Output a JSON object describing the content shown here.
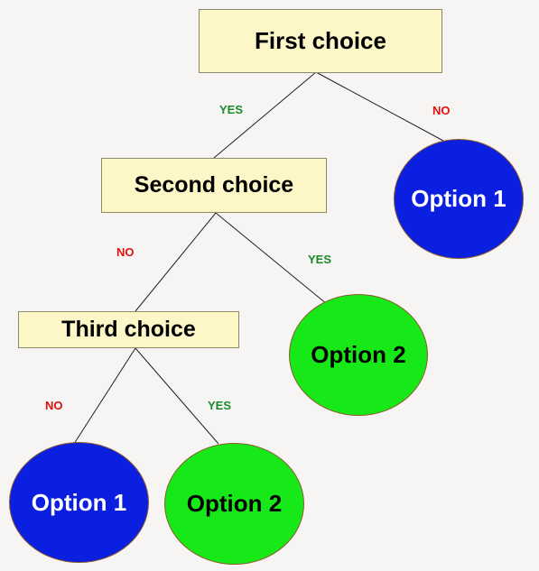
{
  "nodes": {
    "first_choice": "First choice",
    "second_choice": "Second choice",
    "third_choice": "Third choice",
    "option1_top": "Option 1",
    "option2_mid": "Option 2",
    "option1_bottom": "Option 1",
    "option2_bottom": "Option 2"
  },
  "edges": {
    "first_to_second": "YES",
    "first_to_option1": "NO",
    "second_to_third": "NO",
    "second_to_option2": "YES",
    "third_to_option1": "NO",
    "third_to_option2": "YES"
  },
  "colors": {
    "box_fill": "#fdf6c7",
    "blue_node": "#0a1fe0",
    "green_node": "#17e817",
    "yes_label": "#1b8a2a",
    "no_label": "#e01010"
  }
}
